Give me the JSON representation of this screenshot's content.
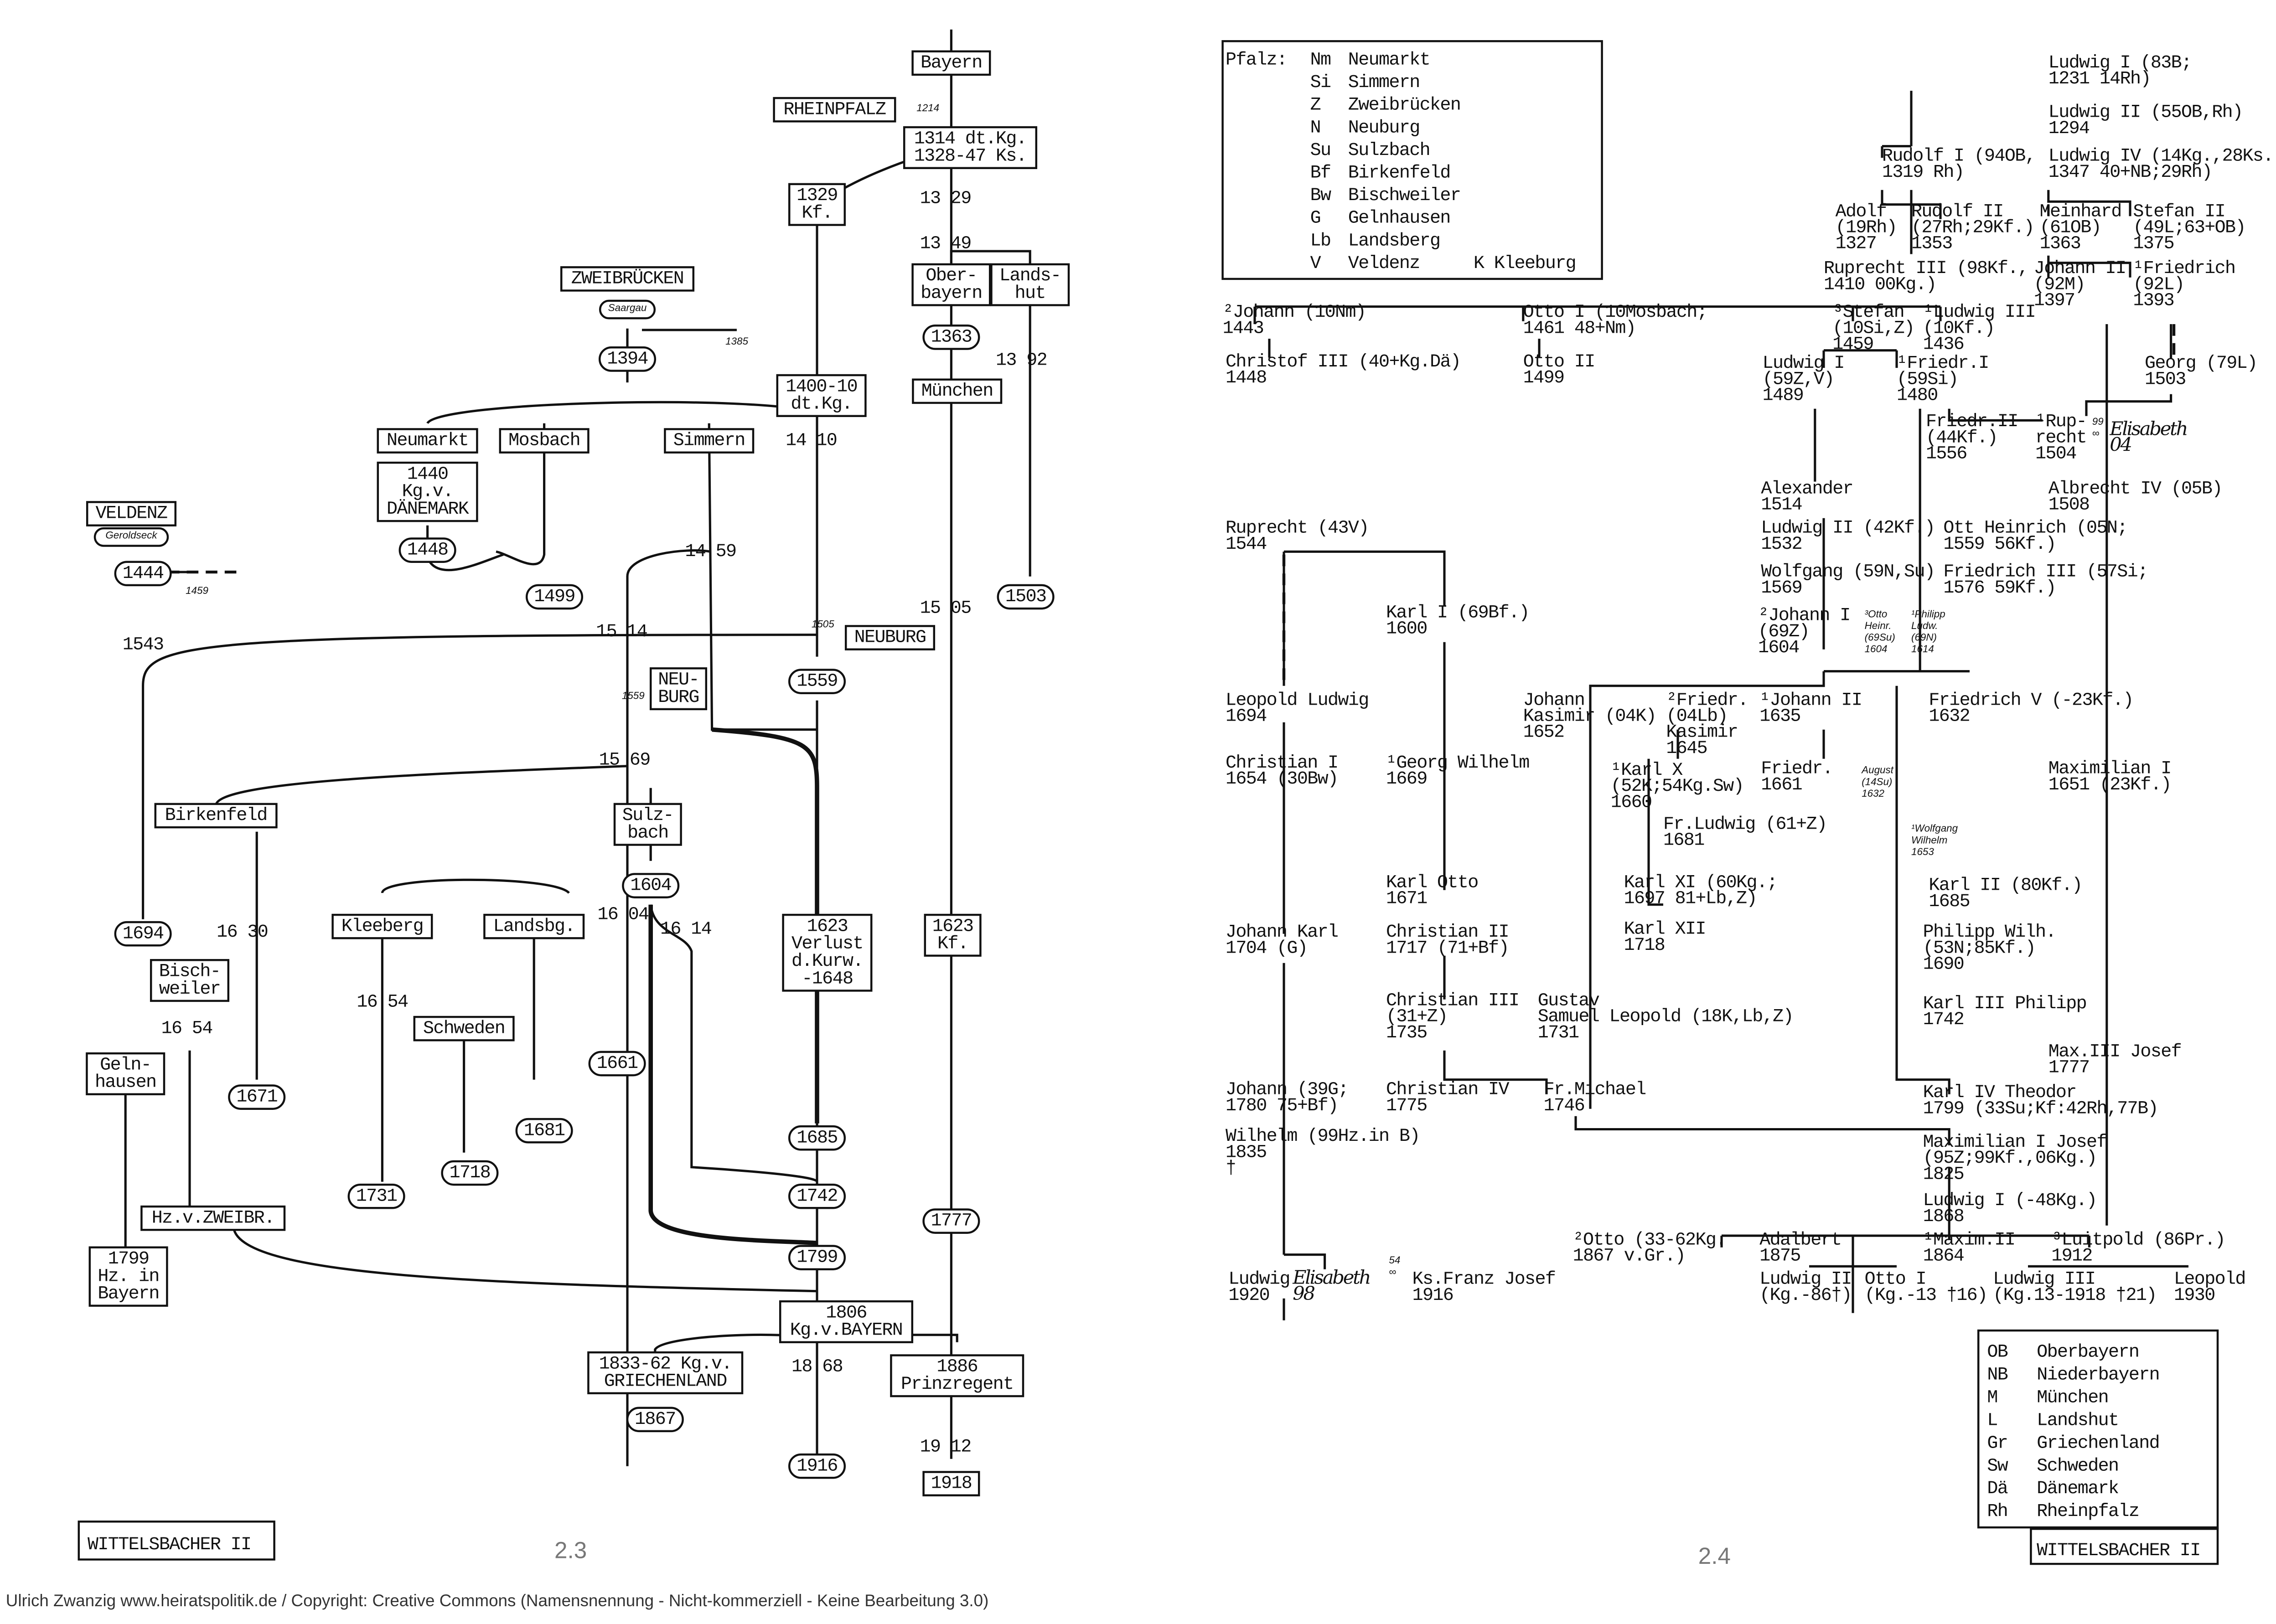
{
  "left": {
    "nodes": [
      [
        "Bayern"
      ],
      [
        "RHEINPFALZ"
      ],
      [
        "1214"
      ],
      [
        "1314 dt.Kg.",
        "1328-47 Ks."
      ],
      [
        "1329",
        "Kf."
      ],
      [
        "13 29"
      ],
      [
        "13 49"
      ],
      [
        "Ober-",
        "bayern"
      ],
      [
        "Lands-",
        "hut"
      ],
      [
        "1363"
      ],
      [
        "13 92"
      ],
      [
        "München"
      ],
      [
        "ZWEIBRÜCKEN"
      ],
      [
        "Saargau"
      ],
      [
        "1385"
      ],
      [
        "1394"
      ],
      [
        "1400-10",
        "dt.Kg."
      ],
      [
        "Neumarkt"
      ],
      [
        "Mosbach"
      ],
      [
        "Simmern"
      ],
      [
        "14 10"
      ],
      [
        "1440",
        "Kg.v.",
        "DÄNEMARK"
      ],
      [
        "1448"
      ],
      [
        "1499"
      ],
      [
        "VELDENZ"
      ],
      [
        "Geroldseck"
      ],
      [
        "1444"
      ],
      [
        "1459"
      ],
      [
        "14 59"
      ],
      [
        "1503"
      ],
      [
        "15 05"
      ],
      [
        "1505"
      ],
      [
        "NEUBURG"
      ],
      [
        "1543"
      ],
      [
        "15 14"
      ],
      [
        "NEU-",
        "BURG"
      ],
      [
        "1559"
      ],
      [
        "1559"
      ],
      [
        "15 69"
      ],
      [
        "Birkenfeld"
      ],
      [
        "Sulz-",
        "bach"
      ],
      [
        "1604"
      ],
      [
        "Kleeberg"
      ],
      [
        "Landsbg."
      ],
      [
        "16 04"
      ],
      [
        "16 14"
      ],
      [
        "1694"
      ],
      [
        "16 30"
      ],
      [
        "Bisch-",
        "weiler"
      ],
      [
        "1623",
        "Verlust",
        "d.Kurw.",
        "-1648"
      ],
      [
        "1623",
        "Kf."
      ],
      [
        "16 54"
      ],
      [
        "Schweden"
      ],
      [
        "16 54"
      ],
      [
        "Geln-",
        "hausen"
      ],
      [
        "1661"
      ],
      [
        "1671"
      ],
      [
        "1681"
      ],
      [
        "1685"
      ],
      [
        "1718"
      ],
      [
        "1731"
      ],
      [
        "1742"
      ],
      [
        "Hz.v.ZWEIBR."
      ],
      [
        "1777"
      ],
      [
        "1799",
        "Hz. in",
        "Bayern"
      ],
      [
        "1799"
      ],
      [
        "1806",
        "Kg.v.BAYERN"
      ],
      [
        "1833-62 Kg.v.",
        "GRIECHENLAND"
      ],
      [
        "18 68"
      ],
      [
        "1886",
        "Prinzregent"
      ],
      [
        "1867"
      ],
      [
        "1916"
      ],
      [
        "19 12"
      ],
      [
        "1918"
      ]
    ],
    "series_title": "WITTELSBACHER II",
    "page_number": "2.3"
  },
  "right": {
    "nodes": [
      [
        "Ludwig I (83B;",
        "1231  14Rh)"
      ],
      [
        "Ludwig II (55OB,Rh)",
        "1294"
      ],
      [
        "Rudolf I (94OB,",
        "1319    Rh)"
      ],
      [
        "Ludwig IV (14Kg.,28Ks.",
        "1347  40+NB;29Rh)"
      ],
      [
        "Adolf",
        "(19Rh)",
        "1327"
      ],
      [
        "Rudolf II",
        "(27Rh;29Kf.)",
        "1353"
      ],
      [
        "Meinhard",
        "(61OB)",
        "1363"
      ],
      [
        "Stefan II",
        "(49L;63+OB)",
        "1375"
      ],
      [
        "Ruprecht III (98Kf.,",
        "1410      00Kg.)"
      ],
      [
        "Johann II",
        "(92M)",
        "1397"
      ],
      [
        "¹Friedrich",
        "(92L)",
        "1393"
      ],
      [
        "²Johann (10Nm)",
        "1443"
      ],
      [
        "Otto I (10Mosbach;",
        "1461   48+Nm)"
      ],
      [
        "³Stefan",
        "(10Si,Z)",
        "1459"
      ],
      [
        "¹Ludwig III",
        "(10Kf.)",
        "1436"
      ],
      [
        "Christof III (40+Kg.Dä)",
        "1448"
      ],
      [
        "Otto II",
        "1499"
      ],
      [
        "Georg (79L)",
        "1503"
      ],
      [
        "Ludwig I",
        "(59Z,V)",
        "1489"
      ],
      [
        "¹Friedr.I",
        "(59Si)",
        "1480"
      ],
      [
        "Friedr.II",
        "(44Kf.)",
        "1556"
      ],
      [
        "¹Rup-",
        "recht",
        "1504"
      ],
      [
        "99",
        "∞"
      ],
      [
        "Elisabeth",
        "04"
      ],
      [
        "Alexander",
        "1514"
      ],
      [
        "Albrecht IV (05B)",
        "1508"
      ],
      [
        "Ruprecht (43V)",
        "1544"
      ],
      [
        "Ludwig II (42Kf.)",
        "1532"
      ],
      [
        "Ott Heinrich (05N;",
        "1559     56Kf.)"
      ],
      [
        "Wolfgang (59N,Su)",
        "1569"
      ],
      [
        "Friedrich III (57Si;",
        "1576      59Kf.)"
      ],
      [
        "Karl I (69Bf.)",
        "1600"
      ],
      [
        "²Johann I",
        "(69Z)",
        "1604"
      ],
      [
        "³Otto",
        "Heinr.",
        "(69Su)",
        "1604"
      ],
      [
        "¹Philipp",
        "Ludw.",
        "(69N)",
        "1614"
      ],
      [
        "Leopold Ludwig",
        "1694"
      ],
      [
        "Johann",
        "Kasimir (04K)",
        "1652"
      ],
      [
        "²Friedr.",
        "(04Lb)",
        "Kasimir",
        "1645"
      ],
      [
        "¹Johann II",
        "1635"
      ],
      [
        "Friedrich V (-23Kf.)",
        "1632"
      ],
      [
        "Christian I",
        "1654 (30Bw)"
      ],
      [
        "¹Georg Wilhelm",
        "1669"
      ],
      [
        "¹Karl X",
        "(52K;54Kg.Sw)",
        "1660"
      ],
      [
        "Friedr.",
        "1661"
      ],
      [
        "August",
        "(14Su)",
        "1632"
      ],
      [
        "Maximilian I",
        "1651 (23Kf.)"
      ],
      [
        "Fr.Ludwig (61+Z)",
        "1681"
      ],
      [
        "¹Wolfgang",
        "Wilhelm",
        "1653"
      ],
      [
        "Karl Otto",
        "1671"
      ],
      [
        "Karl XI (60Kg.;",
        "1697  81+Lb,Z)"
      ],
      [
        "Karl II (80Kf.)",
        "1685"
      ],
      [
        "Karl XII",
        "1718"
      ],
      [
        "Johann Karl",
        "1704 (G)"
      ],
      [
        "Christian II",
        "1717 (71+Bf)"
      ],
      [
        "Philipp Wilh.",
        "(53N;85Kf.)",
        "1690"
      ],
      [
        "Karl III Philipp",
        "1742"
      ],
      [
        "Christian III",
        "(31+Z)",
        "1735"
      ],
      [
        "Gustav",
        "Samuel Leopold (18K,Lb,Z)",
        "1731"
      ],
      [
        "Max.III Josef",
        "1777"
      ],
      [
        "Johann (39G;",
        "1780   75+Bf)"
      ],
      [
        "Christian IV",
        "1775"
      ],
      [
        "Fr.Michael",
        "1746"
      ],
      [
        "Karl IV Theodor",
        "1799  (33Su;Kf:42Rh,77B)"
      ],
      [
        "Wilhelm (99Hz.in B)",
        "1835",
        "†"
      ],
      [
        "Maximilian I Josef",
        "(95Z;99Kf.,06Kg.)",
        "1825"
      ],
      [
        "Ludwig I (-48Kg.)",
        "1868"
      ],
      [
        "²Otto (33-62Kg.",
        "1867   v.Gr.)"
      ],
      [
        "Adalbert",
        "1875"
      ],
      [
        "¹Maxim.II",
        "1864"
      ],
      [
        "³Luitpold (86Pr.)",
        "1912"
      ],
      [
        "Ludwig",
        "1920"
      ],
      [
        "Elisabeth",
        "98"
      ],
      [
        "54",
        "∞"
      ],
      [
        "Ks.Franz Josef",
        "1916"
      ],
      [
        "Ludwig II",
        "(Kg.-86†)"
      ],
      [
        "Otto I",
        "(Kg.-13 †16)"
      ],
      [
        "Ludwig III",
        "(Kg.13-1918 †21)"
      ],
      [
        "Leopold",
        "1930"
      ]
    ],
    "legend_pfalz": {
      "heading": "Pfalz:",
      "entries": [
        {
          "abbr": "Nm",
          "name": "Neumarkt"
        },
        {
          "abbr": "Si",
          "name": "Simmern"
        },
        {
          "abbr": "Z",
          "name": "Zweibrücken"
        },
        {
          "abbr": "N",
          "name": "Neuburg"
        },
        {
          "abbr": "Su",
          "name": "Sulzbach"
        },
        {
          "abbr": "Bf",
          "name": "Birkenfeld"
        },
        {
          "abbr": "Bw",
          "name": "Bischweiler"
        },
        {
          "abbr": "G",
          "name": "Gelnhausen"
        },
        {
          "abbr": "Lb",
          "name": "Landsberg"
        },
        {
          "abbr": "V",
          "name": "Veldenz"
        }
      ],
      "extra": {
        "abbr": "K",
        "name": "Kleeburg"
      }
    },
    "legend_bayern": {
      "entries": [
        {
          "abbr": "OB",
          "name": "Oberbayern"
        },
        {
          "abbr": "NB",
          "name": "Niederbayern"
        },
        {
          "abbr": "M",
          "name": "München"
        },
        {
          "abbr": "L",
          "name": "Landshut"
        },
        {
          "abbr": "Gr",
          "name": "Griechenland"
        },
        {
          "abbr": "Sw",
          "name": "Schweden"
        },
        {
          "abbr": "Dä",
          "name": "Dänemark"
        },
        {
          "abbr": "Rh",
          "name": "Rheinpfalz"
        }
      ]
    },
    "series_title": "WITTELSBACHER II",
    "page_number": "2.4"
  },
  "footer": "Ulrich Zwanzig www.heiratspolitik.de / Copyright: Creative Commons (Namensnennung - Nicht-kommerziell - Keine Bearbeitung 3.0)"
}
